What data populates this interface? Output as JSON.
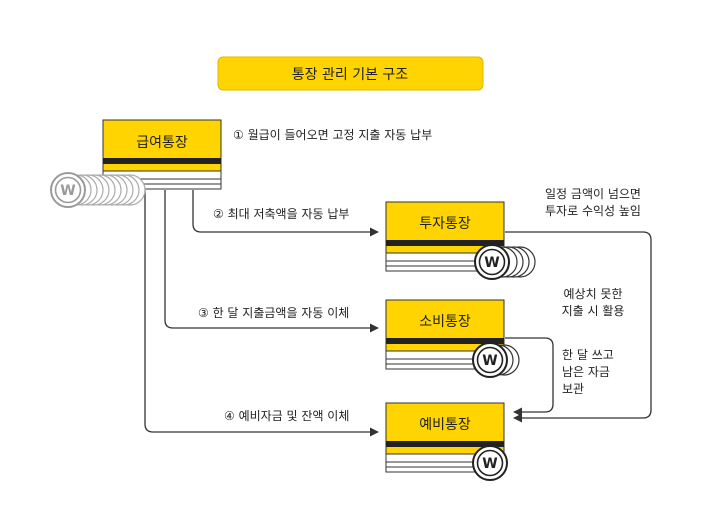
{
  "title": "통장 관리 기본 구조",
  "colors": {
    "accent": "#ffd400",
    "line": "#333333",
    "coin_gray": "#9a9a9a",
    "coin_dark": "#222222"
  },
  "coin_symbol": "W",
  "accounts": {
    "salary": "급여통장",
    "invest": "투자통장",
    "spend": "소비통장",
    "reserve": "예비통장"
  },
  "flows": {
    "f1": "① 월급이 들어오면 고정 지출 자동 납부",
    "f2": "② 최대 저축액을 자동 납부",
    "f3": "③ 한 달 지출금액을 자동 이체",
    "f4": "④ 예비자금 및 잔액 이체"
  },
  "notes": {
    "invest_1": "일정 금액이 넘으면",
    "invest_2": "투자로 수익성 높임",
    "spend_1": "예상치 못한",
    "spend_2": "지출 시 활용",
    "leftover_1": "한 달 쓰고",
    "leftover_2": "남은 자금",
    "leftover_3": "보관"
  }
}
